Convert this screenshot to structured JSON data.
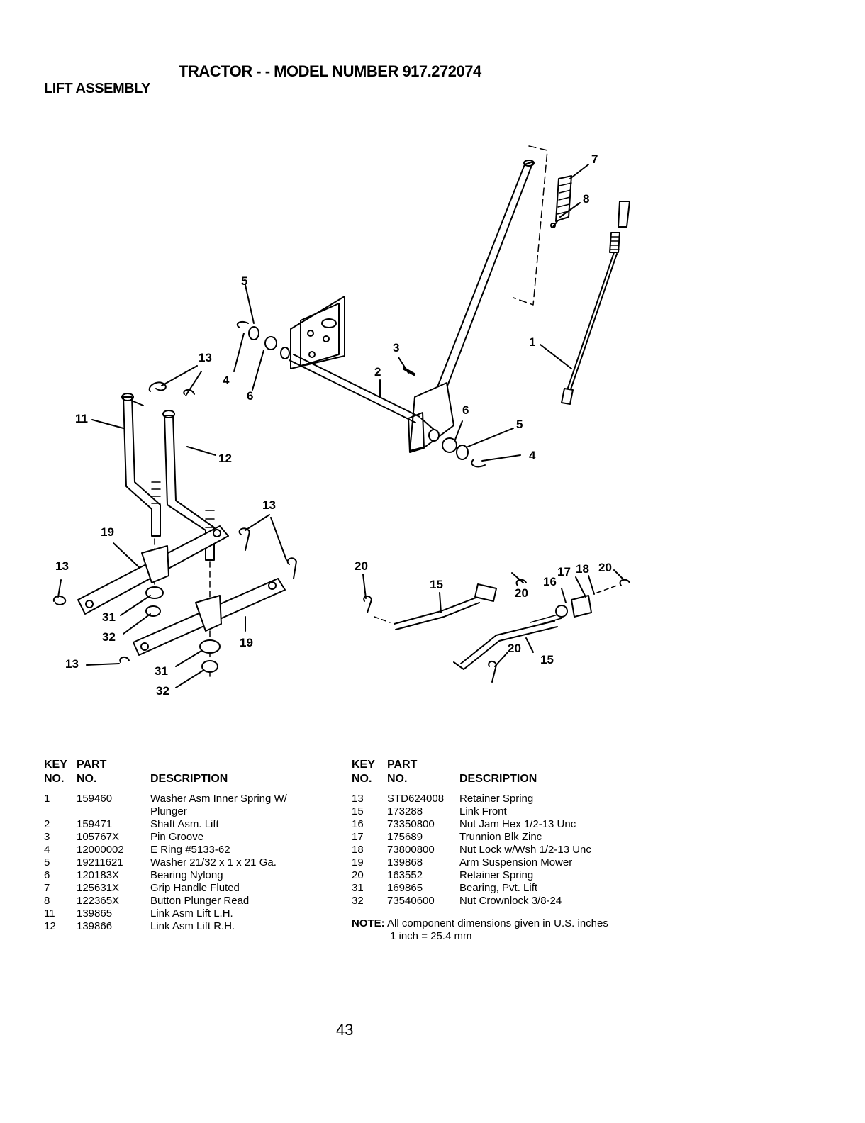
{
  "header": {
    "title": "TRACTOR - - MODEL NUMBER 917.272074",
    "subtitle": "LIFT ASSEMBLY"
  },
  "callouts": [
    "7",
    "8",
    "5",
    "1",
    "13",
    "4",
    "6",
    "3",
    "2",
    "6",
    "5",
    "11",
    "12",
    "4",
    "13",
    "19",
    "13",
    "20",
    "15",
    "17",
    "18",
    "20",
    "16",
    "20",
    "31",
    "32",
    "19",
    "13",
    "31",
    "32",
    "20",
    "15"
  ],
  "table_headers": {
    "key": "KEY",
    "key2": "NO.",
    "part": "PART",
    "part2": "NO.",
    "desc": "DESCRIPTION"
  },
  "parts_left": [
    {
      "key": "1",
      "part": "159460",
      "desc": "Washer Asm Inner Spring W/"
    },
    {
      "key": "",
      "part": "",
      "desc": "Plunger"
    },
    {
      "key": "2",
      "part": "159471",
      "desc": "Shaft Asm. Lift"
    },
    {
      "key": "3",
      "part": "105767X",
      "desc": "Pin Groove"
    },
    {
      "key": "4",
      "part": "12000002",
      "desc": "E Ring #5133-62"
    },
    {
      "key": "5",
      "part": "19211621",
      "desc": "Washer 21/32 x 1 x 21 Ga."
    },
    {
      "key": "6",
      "part": "120183X",
      "desc": "Bearing Nylong"
    },
    {
      "key": "7",
      "part": "125631X",
      "desc": "Grip Handle Fluted"
    },
    {
      "key": "8",
      "part": "122365X",
      "desc": "Button Plunger Read"
    },
    {
      "key": "11",
      "part": "139865",
      "desc": "Link Asm Lift L.H."
    },
    {
      "key": "12",
      "part": "139866",
      "desc": "Link Asm Lift R.H."
    }
  ],
  "parts_right": [
    {
      "key": "13",
      "part": "STD624008",
      "desc": "Retainer Spring"
    },
    {
      "key": "15",
      "part": "173288",
      "desc": "Link Front"
    },
    {
      "key": "16",
      "part": "73350800",
      "desc": "Nut Jam Hex 1/2-13 Unc"
    },
    {
      "key": "17",
      "part": "175689",
      "desc": "Trunnion Blk Zinc"
    },
    {
      "key": "18",
      "part": "73800800",
      "desc": "Nut Lock w/Wsh 1/2-13 Unc"
    },
    {
      "key": "19",
      "part": "139868",
      "desc": "Arm Suspension Mower"
    },
    {
      "key": "20",
      "part": "163552",
      "desc": "Retainer Spring"
    },
    {
      "key": "31",
      "part": "169865",
      "desc": "Bearing, Pvt. Lift"
    },
    {
      "key": "32",
      "part": "73540600",
      "desc": "Nut Crownlock 3/8-24"
    }
  ],
  "note": {
    "label": "NOTE:",
    "line1": "All component dimensions given in U.S. inches",
    "line2": "1 inch = 25.4 mm"
  },
  "page_number": "43"
}
